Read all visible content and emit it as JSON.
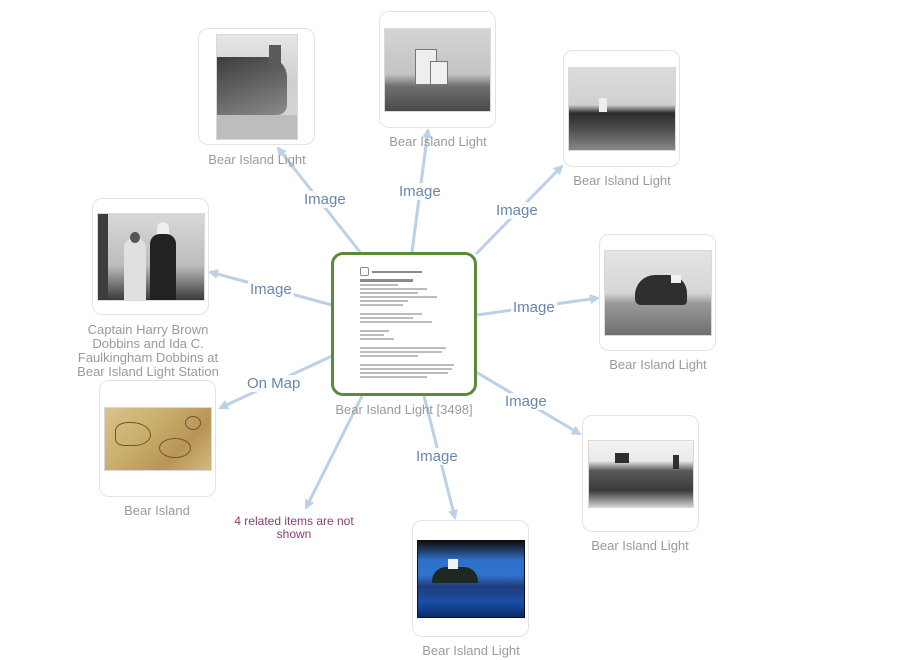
{
  "center": {
    "label": "Bear Island Light [3498]"
  },
  "nodes": [
    {
      "id": "n1",
      "caption": "Bear Island Light"
    },
    {
      "id": "n2",
      "caption": "Bear Island Light"
    },
    {
      "id": "n3",
      "caption": "Bear Island Light"
    },
    {
      "id": "n4",
      "caption": "Captain Harry Brown Dobbins and Ida C. Faulkingham Dobbins at Bear Island Light Station"
    },
    {
      "id": "n5",
      "caption": "Bear Island Light"
    },
    {
      "id": "n6",
      "caption": "Bear Island"
    },
    {
      "id": "n7",
      "caption": "Bear Island Light"
    },
    {
      "id": "n8",
      "caption": "Bear Island Light"
    }
  ],
  "edge_labels": {
    "e1": "Image",
    "e2": "Image",
    "e3": "Image",
    "e4": "Image",
    "e5": "Image",
    "e6": "On Map",
    "e7": "Image",
    "e8": "Image"
  },
  "hidden_items_note": "4 related items are not shown",
  "colors": {
    "edge": "#bcd0e6",
    "center_border": "#5a8a3a",
    "label": "#6a86aa",
    "note": "#8b3d72"
  }
}
